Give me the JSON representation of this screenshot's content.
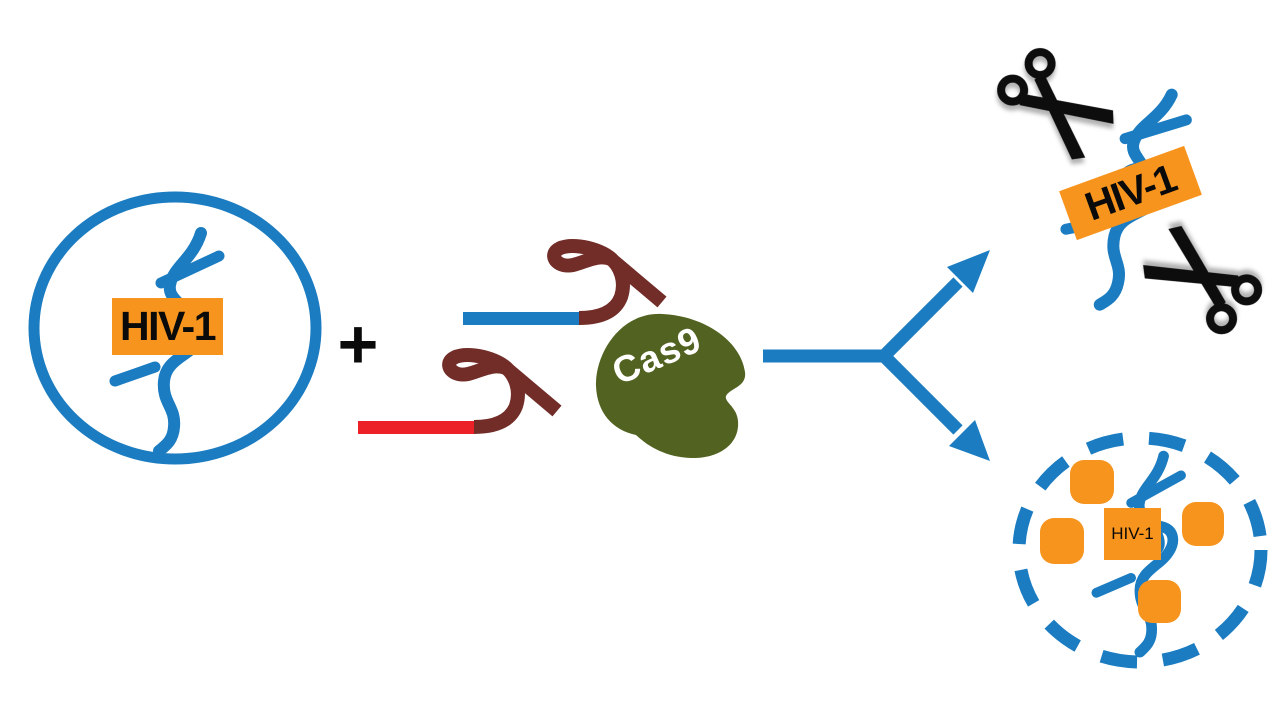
{
  "colors": {
    "background": "#FFFFFF",
    "blue": "#1B7CC1",
    "orange": "#F7941E",
    "maroon": "#722D29",
    "red": "#EC2127",
    "green": "#526321",
    "black": "#0A0A0A",
    "white": "#FFFFFF"
  },
  "provirus_circle": {
    "label": "HIV-1"
  },
  "plus": {
    "symbol": "+"
  },
  "cas9": {
    "label": "Cas9"
  },
  "cleaved_dna": {
    "label": "HIV-1"
  },
  "destroyed_virus": {
    "label": "HIV-1"
  }
}
